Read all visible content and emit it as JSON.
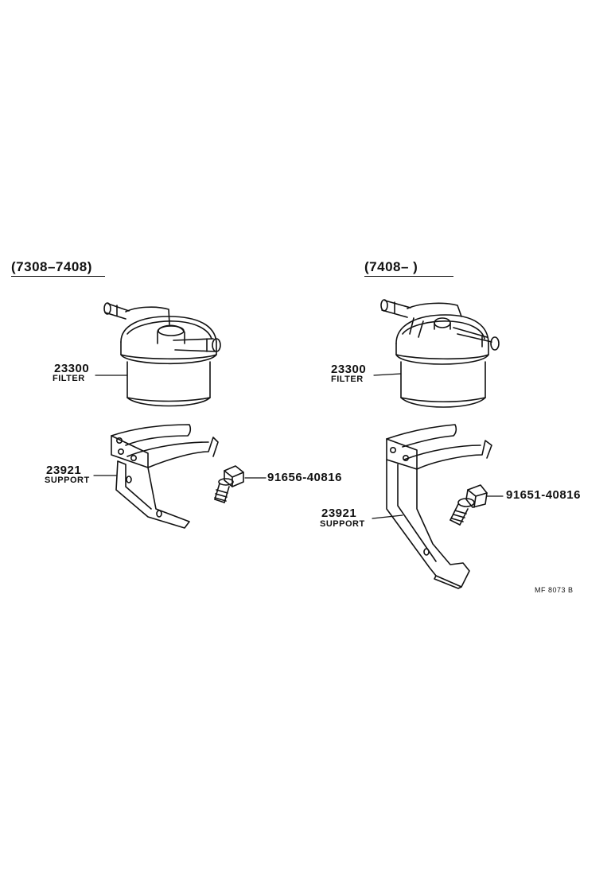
{
  "colors": {
    "ink": "#111111",
    "background": "#ffffff"
  },
  "left_variant": {
    "period": "(7308–7408)",
    "filter": {
      "part_number": "23300",
      "name": "FILTER"
    },
    "support": {
      "part_number": "23921",
      "name": "SUPPORT"
    },
    "bolt": {
      "part_number": "91656-40816"
    }
  },
  "right_variant": {
    "period": "(7408–        )",
    "filter": {
      "part_number": "23300",
      "name": "FILTER"
    },
    "support": {
      "part_number": "23921",
      "name": "SUPPORT"
    },
    "bolt": {
      "part_number": "91651-40816"
    }
  },
  "diagram_code": "MF  8073 B"
}
